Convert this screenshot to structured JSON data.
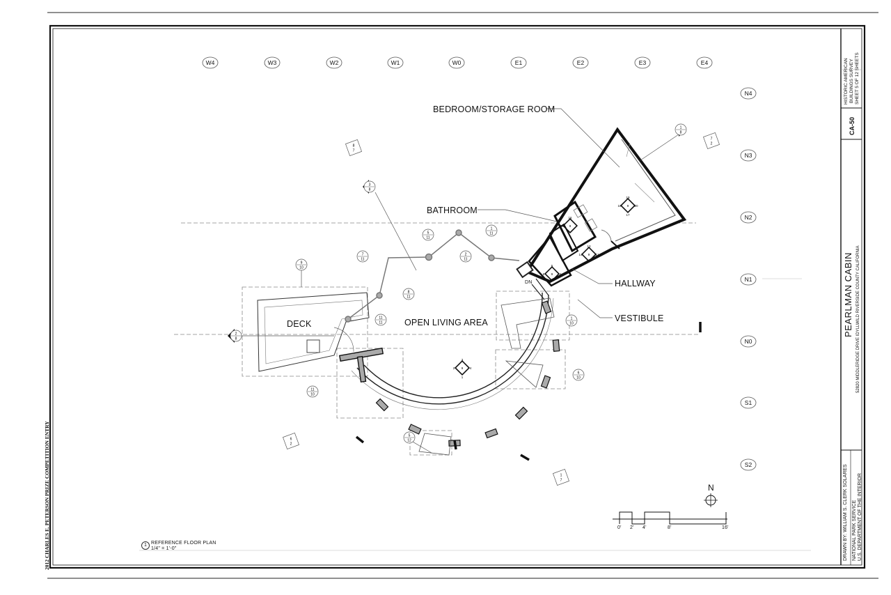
{
  "competition_entry": "2012 CHARLES E. PETERSON PRIZE COMPETITION ENTRY",
  "grid_columns": [
    "W4",
    "W3",
    "W2",
    "W1",
    "W0",
    "E1",
    "E2",
    "E3",
    "E4"
  ],
  "grid_rows": [
    "N4",
    "N3",
    "N2",
    "N1",
    "N0",
    "S1",
    "S2"
  ],
  "rooms": {
    "bedroom": "BEDROOM/STORAGE ROOM",
    "bathroom": "BATHROOM",
    "hallway": "HALLWAY",
    "vestibule": "VESTIBULE",
    "deck": "DECK",
    "living": "OPEN LIVING AREA",
    "dn": "DN"
  },
  "drawing": {
    "number": "1",
    "title": "REFERENCE FLOOR PLAN",
    "scale": "1/4\" = 1'-0\""
  },
  "north_label": "N",
  "scale_bar_labels": [
    "0'",
    "2'",
    "4'",
    "8'",
    "16'"
  ],
  "title_block": {
    "drawn_by": "DRAWN BY:   WILLIAM S. CLERK SOLARES",
    "agency_1": "NATIONAL PARK SERVICE",
    "agency_2": "U.S. DEPARTMENT OF THE INTERIOR",
    "building_name": "PEARLMAN CABIN",
    "address": "52820 MIDDLERIDGE DRIVE    IDYLLWILD    RIVERSIDE COUNTY    CALIFORNIA",
    "survey_1": "HISTORIC AMERICAN",
    "survey_2": "BUILDINGS SURVEY",
    "sheet": "SHEET  5  OF  12  SHEETS",
    "survey_number": "CA-50"
  },
  "callouts": [
    {
      "top": "8",
      "bottom": "7"
    },
    {
      "top": "3",
      "bottom": "8"
    },
    {
      "top": "1",
      "bottom": "8"
    },
    {
      "top": "7",
      "bottom": "2"
    },
    {
      "top": "5",
      "bottom": "11"
    },
    {
      "top": "1",
      "bottom": "11"
    },
    {
      "top": "7",
      "bottom": "11"
    },
    {
      "top": "2",
      "bottom": "11"
    },
    {
      "top": "9",
      "bottom": "10"
    },
    {
      "top": "8",
      "bottom": "11"
    },
    {
      "top": "11",
      "bottom": "11"
    },
    {
      "top": "1",
      "bottom": "10"
    },
    {
      "top": "6",
      "bottom": "10"
    },
    {
      "top": "11",
      "bottom": "10"
    },
    {
      "top": "6",
      "bottom": "2"
    },
    {
      "top": "5",
      "bottom": "12"
    },
    {
      "top": "1",
      "bottom": "7"
    },
    {
      "top": "2",
      "bottom": "8"
    }
  ],
  "interior_elevation_markers": [
    {
      "n": "19",
      "e": "20",
      "s": "17",
      "w": "18",
      "c": "9"
    },
    {
      "n": "16",
      "e": "",
      "s": "",
      "w": "15",
      "c": "9"
    },
    {
      "n": "13",
      "e": "12",
      "s": "",
      "w": "14",
      "c": "9"
    },
    {
      "n": "5",
      "e": "4",
      "s": "",
      "w": "6",
      "c": "9"
    },
    {
      "n": "3",
      "e": "4",
      "s": "1",
      "w": "2",
      "c": "9"
    }
  ]
}
